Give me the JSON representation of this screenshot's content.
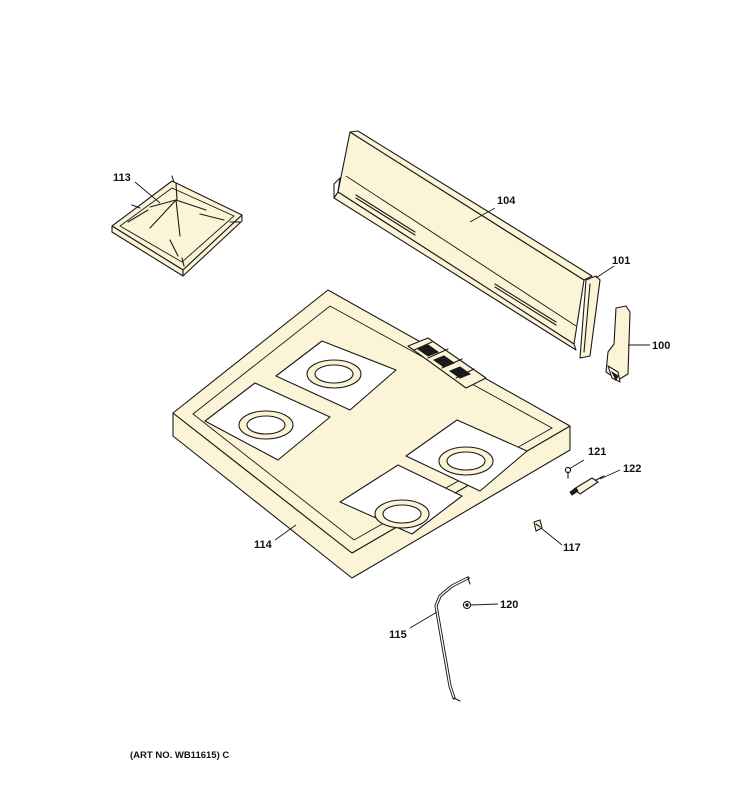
{
  "parts": {
    "p113": "113",
    "p104": "104",
    "p101": "101",
    "p100": "100",
    "p121": "121",
    "p122": "122",
    "p114": "114",
    "p117": "117",
    "p120": "120",
    "p115": "115"
  },
  "caption": "(ART NO. WB11615) C"
}
